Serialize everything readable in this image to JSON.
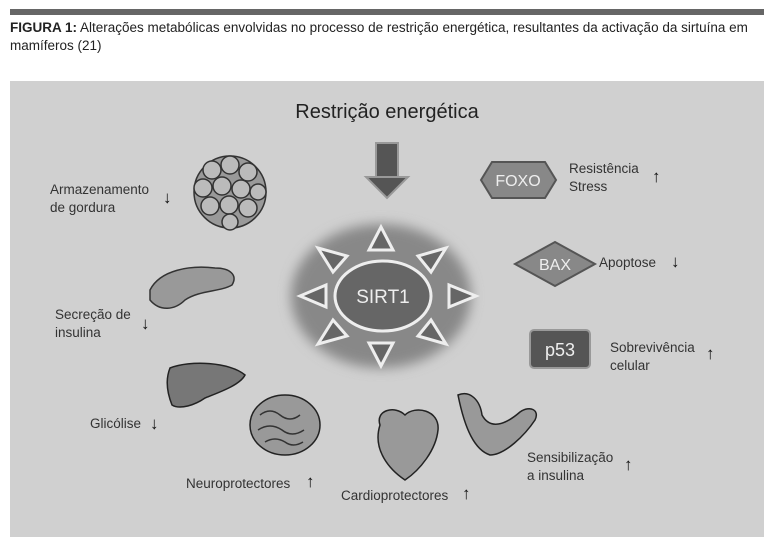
{
  "caption": {
    "label": "FIGURA 1:",
    "text": " Alterações metabólicas envolvidas no processo de restrição energética, resultantes da activação da sirtuína em mamíferos (21)"
  },
  "diagram": {
    "title": "Restrição energética",
    "center": "SIRT1",
    "nodes": [
      {
        "icon": "FOXO",
        "label1": "Resistência",
        "label2": "Stress",
        "arrow": "↑"
      },
      {
        "icon": "BAX",
        "label1": "Apoptose",
        "arrow": "↓"
      },
      {
        "icon": "p53",
        "label1": "Sobrevivência",
        "label2": "celular",
        "arrow": "↑"
      },
      {
        "label1": "Sensibilização",
        "label2": "a insulina",
        "arrow": "↑"
      },
      {
        "label1": "Cardioprotectores",
        "arrow": "↑"
      },
      {
        "label1": "Neuroprotectores",
        "arrow": "↑"
      },
      {
        "label1": "Glicólise",
        "arrow": "↓"
      },
      {
        "label1": "Secreção de",
        "label2": "insulina",
        "arrow": "↓"
      },
      {
        "label1": "Armazenamento",
        "label2": "de gordura",
        "arrow": "↓"
      }
    ]
  }
}
